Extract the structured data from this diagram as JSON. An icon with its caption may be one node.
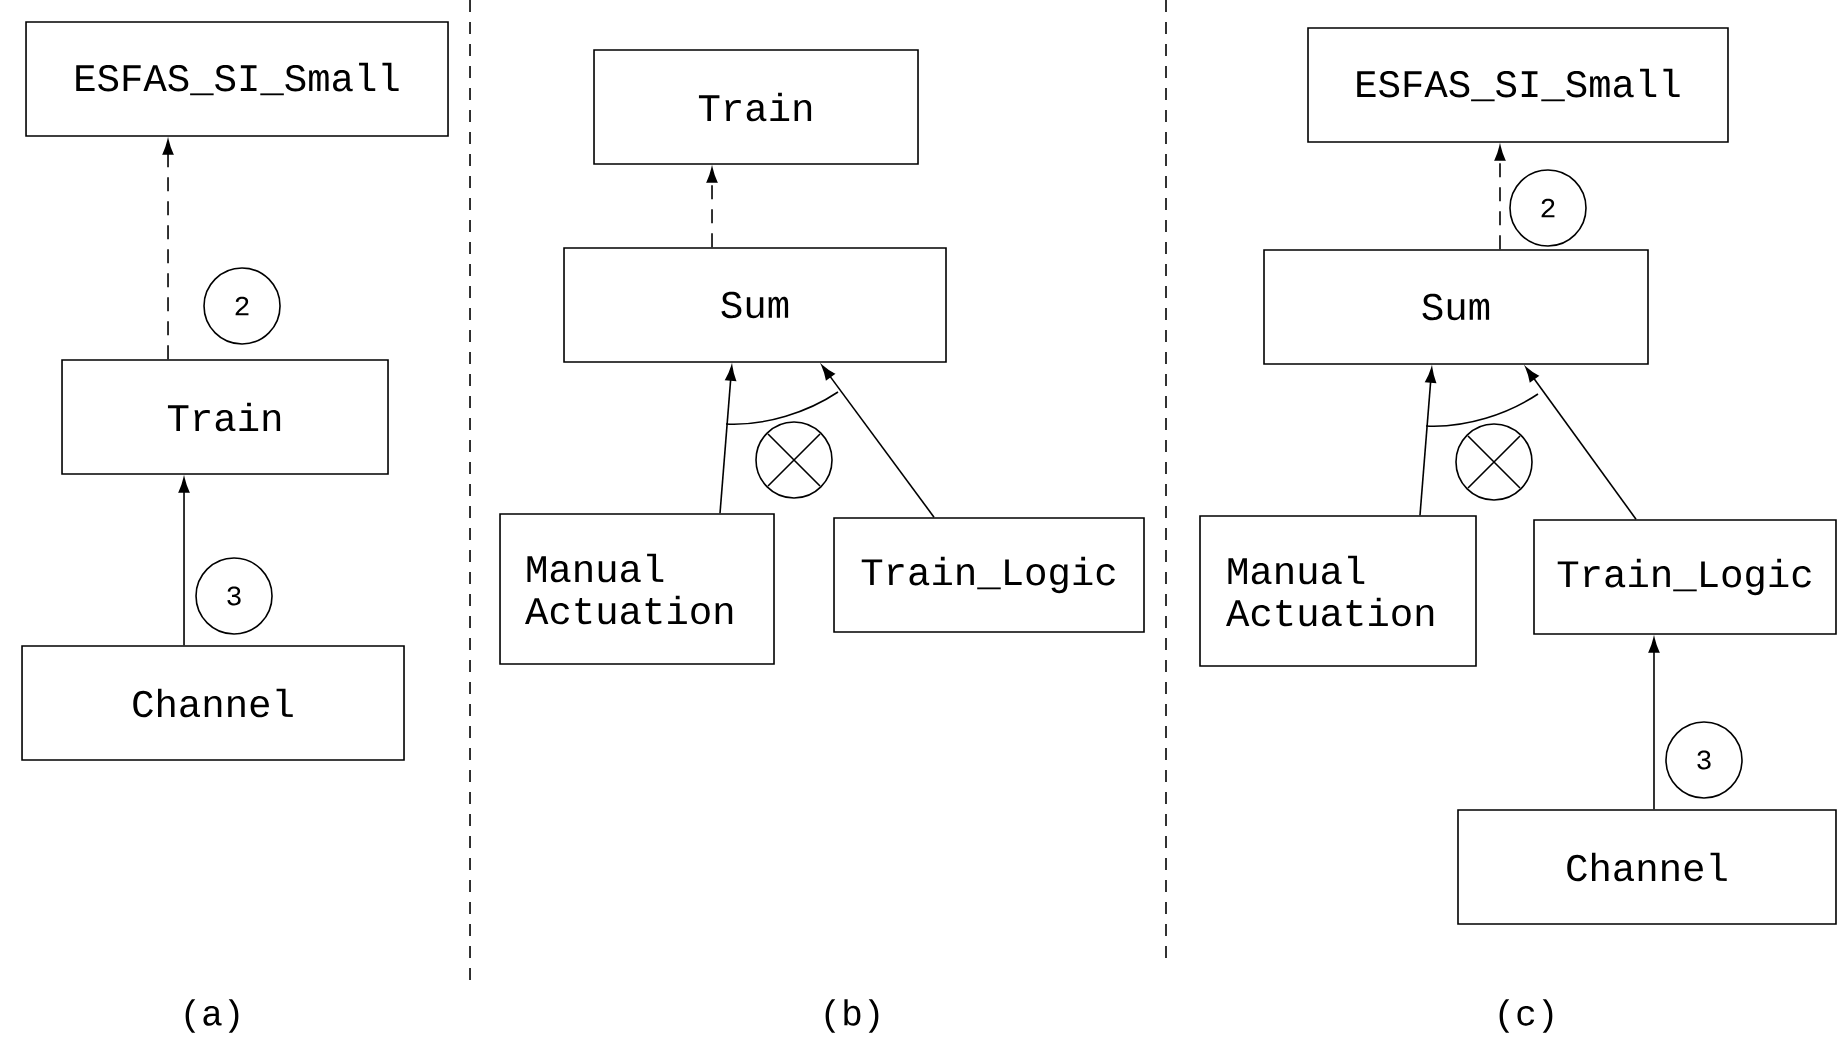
{
  "diagram": {
    "nodes": [
      {
        "text": [
          "ESFAS_SI_Small"
        ]
      },
      {
        "text": [
          "Train"
        ]
      },
      {
        "text": [
          "Channel"
        ]
      },
      {
        "text": [
          "Train"
        ]
      },
      {
        "text": [
          "Sum"
        ]
      },
      {
        "text": [
          "Manual Actuation"
        ]
      },
      {
        "text": [
          "Train_Logic"
        ]
      },
      {
        "text": [
          "ESFAS_SI_Small"
        ]
      },
      {
        "text": [
          "Sum"
        ]
      },
      {
        "text": [
          "Manual Actuation"
        ]
      },
      {
        "text": [
          "Train_Logic"
        ]
      },
      {
        "text": [
          "Channel"
        ]
      }
    ],
    "edges": [
      {
        "from": 1,
        "to": 0,
        "arrow": "to",
        "style": "dashed",
        "label": "2"
      },
      {
        "from": 2,
        "to": 1,
        "arrow": "to",
        "label": "3"
      },
      {
        "from": 4,
        "to": 3,
        "arrow": "to",
        "style": "dashed"
      },
      {
        "from": 5,
        "to": 4,
        "arrow": "to"
      },
      {
        "from": 6,
        "to": 4,
        "arrow": "to"
      },
      {
        "from": 8,
        "to": 7,
        "arrow": "to",
        "style": "dashed",
        "label": "2"
      },
      {
        "from": 9,
        "to": 8,
        "arrow": "to"
      },
      {
        "from": 10,
        "to": 8,
        "arrow": "to"
      },
      {
        "from": 11,
        "to": 10,
        "arrow": "to",
        "label": "3"
      }
    ],
    "labels": [
      "(a)",
      "(b)",
      "(c)"
    ]
  }
}
